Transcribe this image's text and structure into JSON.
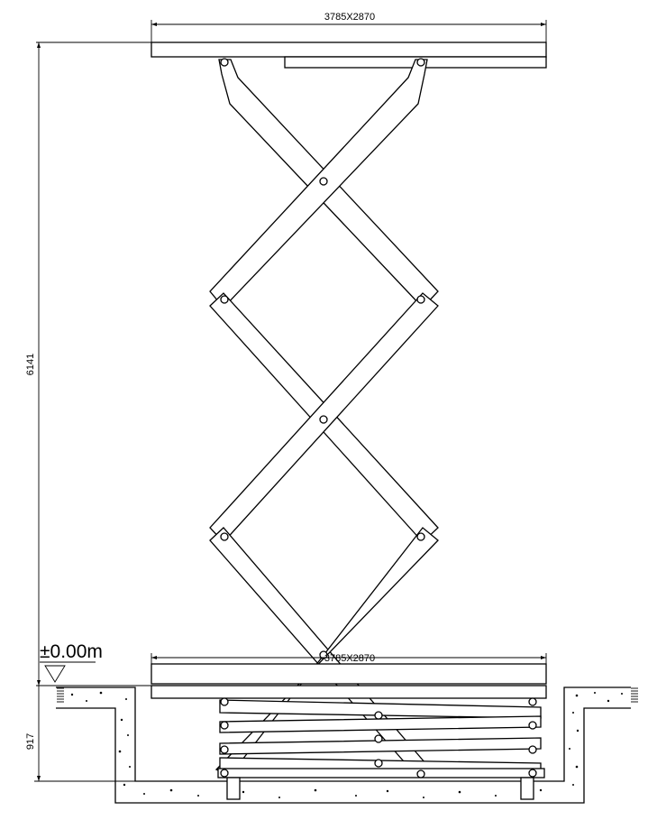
{
  "drawing": {
    "top_platform_label": "3785X2870",
    "bottom_platform_label": "3785X2870",
    "height_dimension": "6141",
    "pit_depth_dimension": "917",
    "ground_level_label": "±0.00m"
  }
}
